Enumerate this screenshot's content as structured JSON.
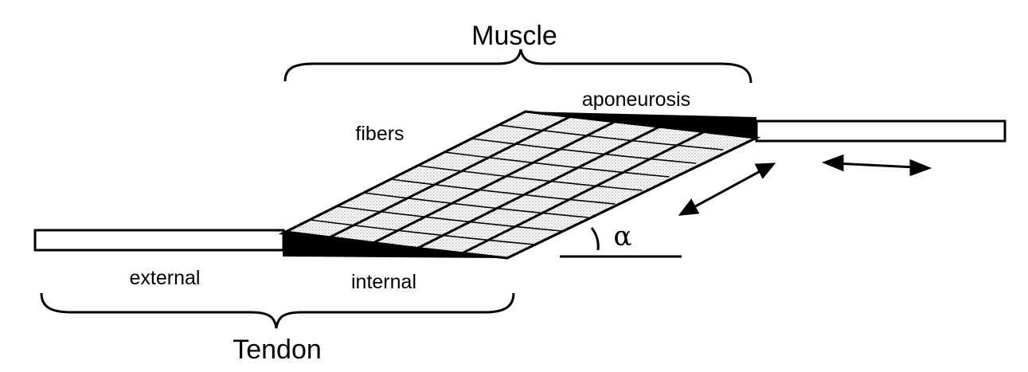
{
  "labels": {
    "muscle": "Muscle",
    "tendon": "Tendon",
    "aponeurosis": "aponeurosis",
    "fibers": "fibers",
    "external": "external",
    "internal": "internal",
    "angle": "α"
  },
  "colors": {
    "ink": "#000000",
    "background": "#ffffff",
    "stipple": "#c9c9c9"
  }
}
